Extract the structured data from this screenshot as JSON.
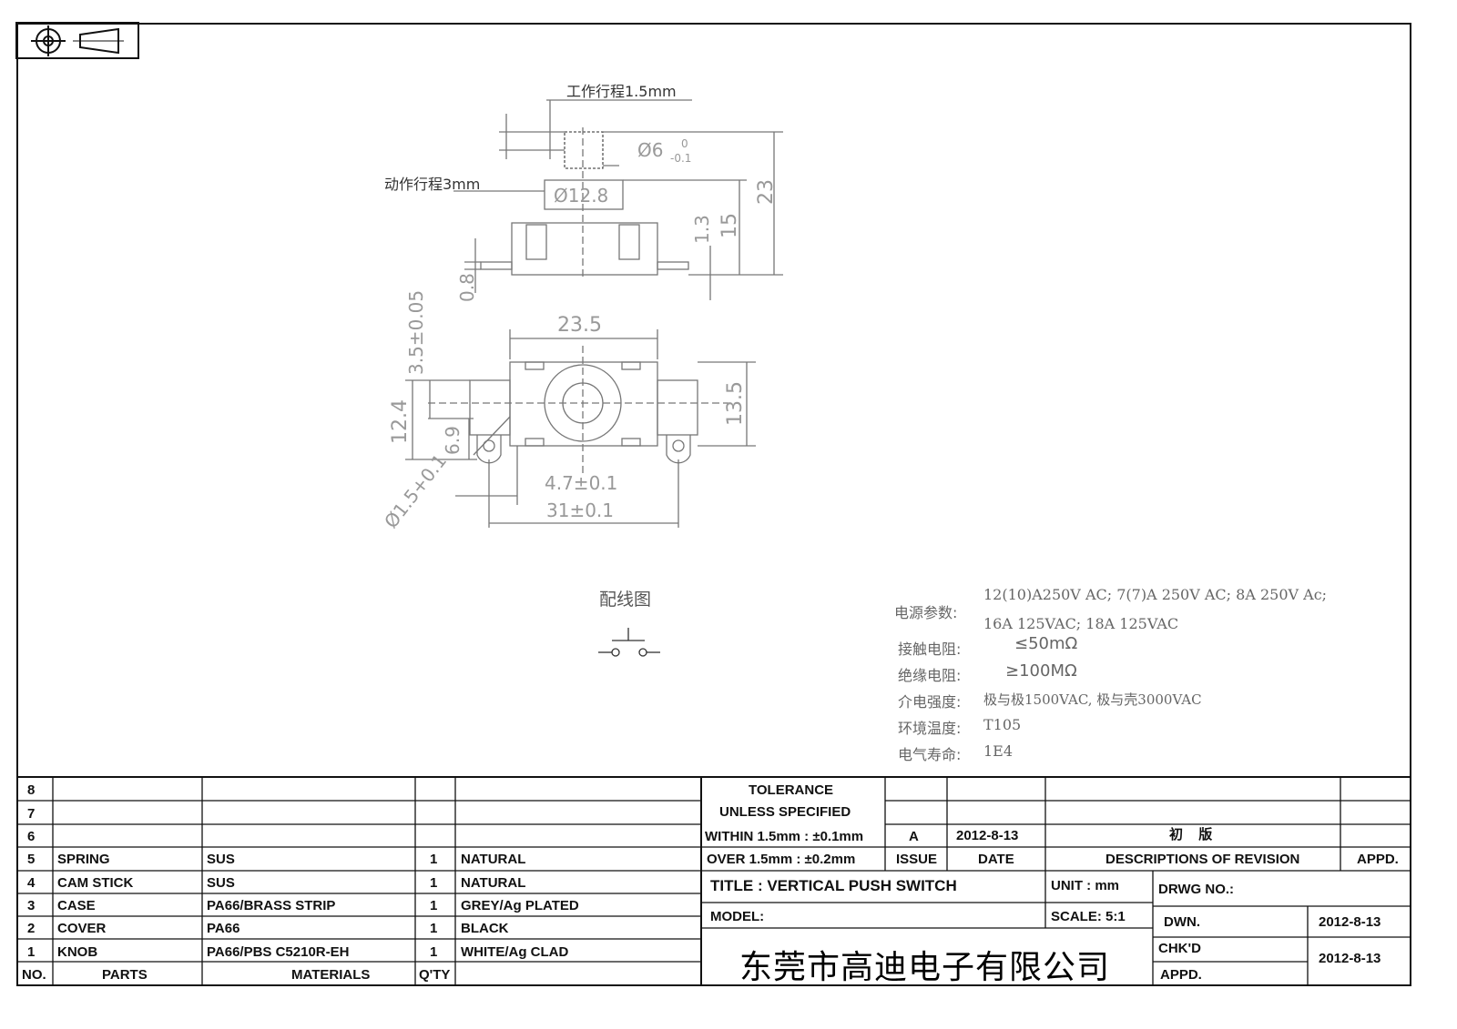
{
  "drawing": {
    "work_travel": "工作行程1.5mm",
    "action_travel": "动作行程3mm",
    "dim_phi6": "Ø6",
    "dim_phi6_tol_upper": "0",
    "dim_phi6_tol_lower": "-0.1",
    "dim_phi12_8": "Ø12.8",
    "dim_23": "23",
    "dim_15": "15",
    "dim_1_3": "1.3",
    "dim_0_8": "0.8",
    "dim_23_5": "23.5",
    "dim_3_5": "3.5±0.05",
    "dim_12_4": "12.4",
    "dim_6_9": "6.9",
    "dim_13_5": "13.5",
    "dim_hole": "Ø1.5+0.1",
    "dim_4_7": "4.7±0.1",
    "dim_31": "31±0.1",
    "wiring_title": "配线图"
  },
  "specs": {
    "power_label": "电源参数:",
    "power_line1": "12(10)A250V AC; 7(7)A 250V AC; 8A 250V Ac;",
    "power_line2": "16A 125VAC; 18A 125VAC",
    "contact_label": "接触电阻:",
    "contact_value": "≤50mΩ",
    "insulation_label": "绝缘电阻:",
    "insulation_value": "≥100MΩ",
    "dielectric_label": "介电强度:",
    "dielectric_value": "极与极1500VAC, 极与壳3000VAC",
    "temp_label": "环境温度:",
    "temp_value": "T105",
    "life_label": "电气寿命:",
    "life_value": "1E4"
  },
  "parts_table": {
    "header": {
      "no": "NO.",
      "parts": "PARTS",
      "materials": "MATERIALS",
      "qty": "Q'TY"
    },
    "rows": [
      {
        "no": "8",
        "part": "",
        "material": "",
        "qty": "",
        "finish": ""
      },
      {
        "no": "7",
        "part": "",
        "material": "",
        "qty": "",
        "finish": ""
      },
      {
        "no": "6",
        "part": "",
        "material": "",
        "qty": "",
        "finish": ""
      },
      {
        "no": "5",
        "part": "SPRING",
        "material": "SUS",
        "qty": "1",
        "finish": "NATURAL"
      },
      {
        "no": "4",
        "part": "CAM STICK",
        "material": "SUS",
        "qty": "1",
        "finish": "NATURAL"
      },
      {
        "no": "3",
        "part": "CASE",
        "material": "PA66/BRASS STRIP",
        "qty": "1",
        "finish": "GREY/Ag PLATED"
      },
      {
        "no": "2",
        "part": "COVER",
        "material": "PA66",
        "qty": "1",
        "finish": "BLACK"
      },
      {
        "no": "1",
        "part": "KNOB",
        "material": "PA66/PBS C5210R-EH",
        "qty": "1",
        "finish": "WHITE/Ag CLAD"
      }
    ]
  },
  "title_block": {
    "tolerance_line1": "TOLERANCE",
    "tolerance_line2": "UNLESS  SPECIFIED",
    "within": "WITHIN 1.5mm : ±0.1mm",
    "over": "OVER 1.5mm : ±0.2mm",
    "rev_issue": "A",
    "rev_date": "2012-8-13",
    "rev_desc": "初 版",
    "issue_label": "ISSUE",
    "date_label": "DATE",
    "desc_label": "DESCRIPTIONS OF REVISION",
    "appd_label": "APPD.",
    "title": "TITLE :  VERTICAL PUSH SWITCH",
    "unit": "UNIT :  mm",
    "drwg_no": "DRWG NO.:",
    "model": "MODEL:",
    "scale": "SCALE:  5:1",
    "dwn": "DWN.",
    "dwn_date": "2012-8-13",
    "chkd": "CHK'D",
    "chkd_date": "2012-8-13",
    "appd": "APPD.",
    "company": "东莞市高迪电子有限公司"
  }
}
